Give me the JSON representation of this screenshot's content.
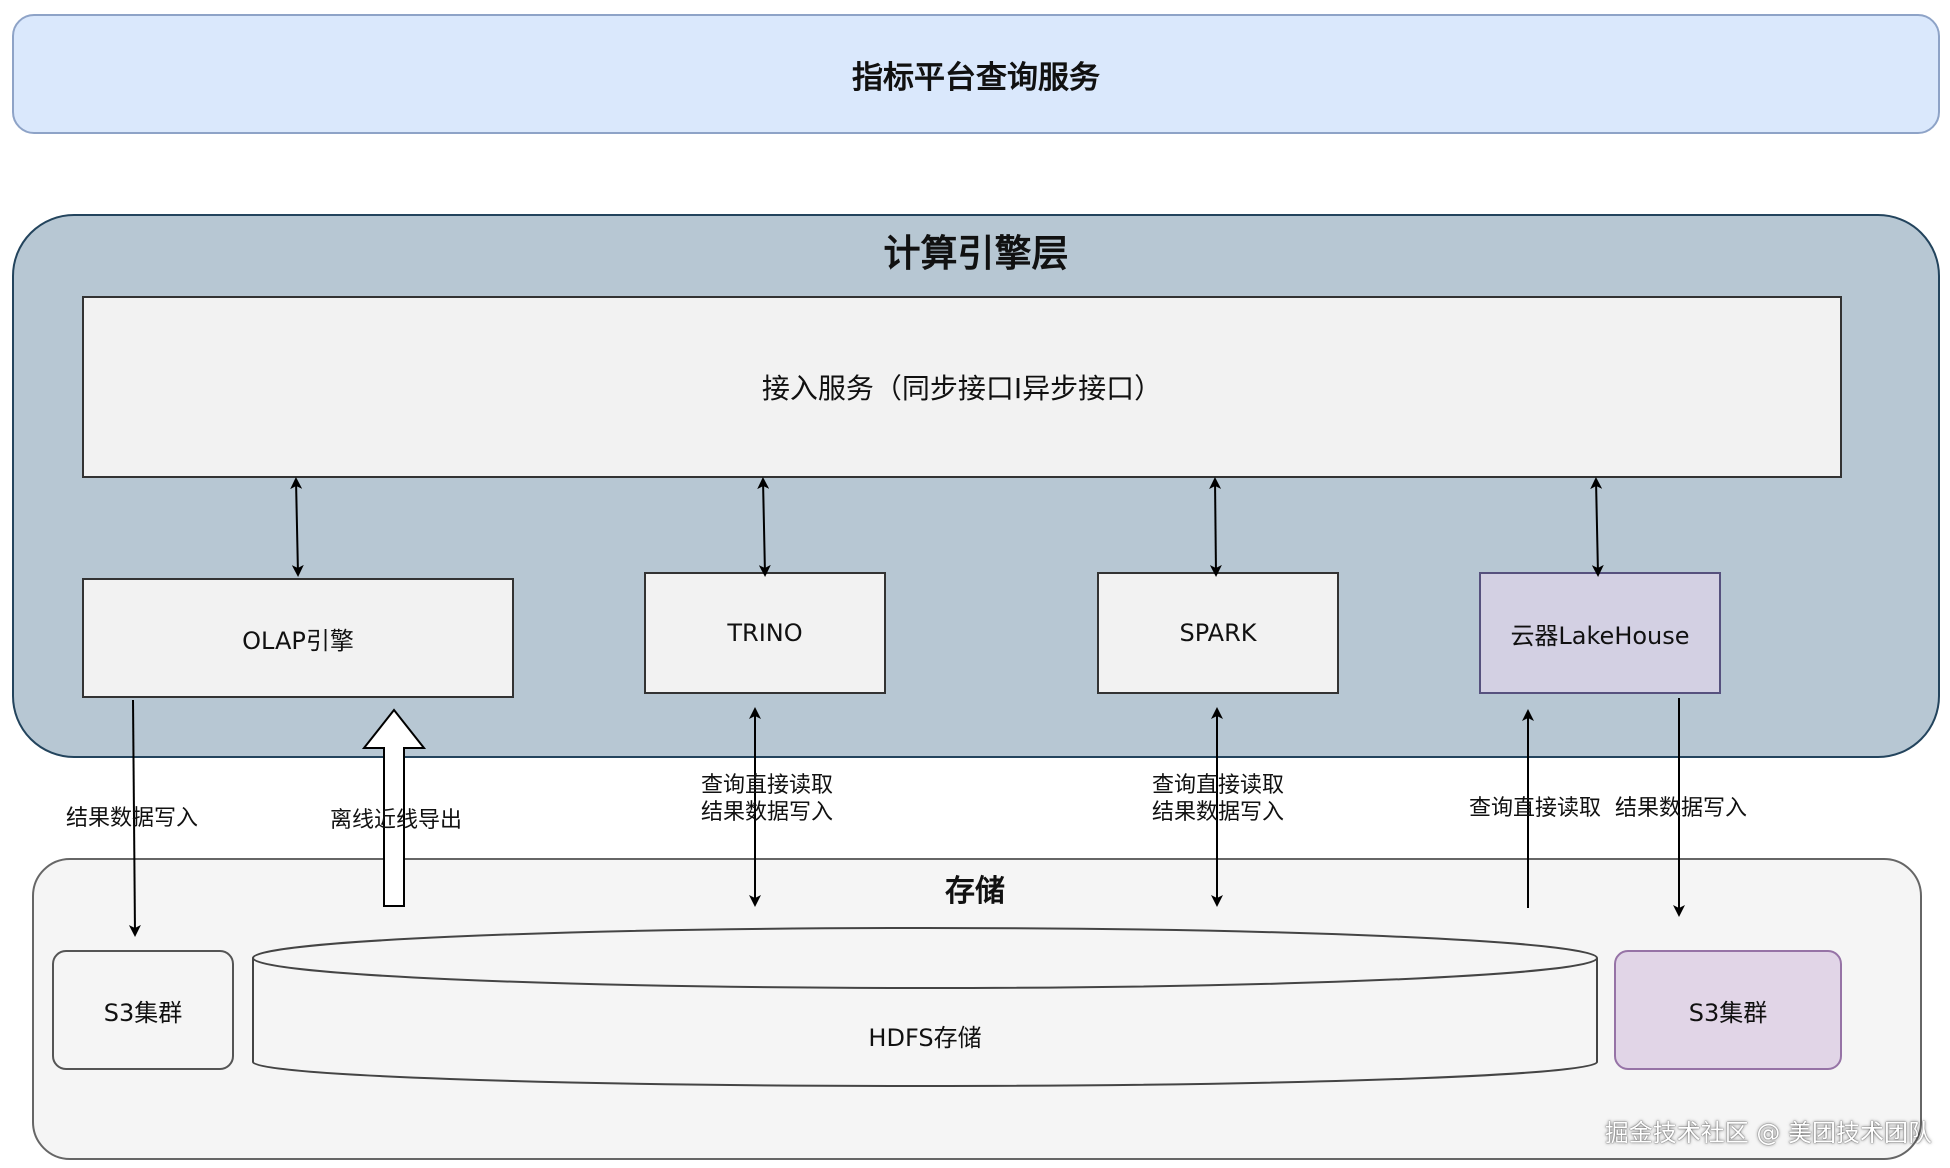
{
  "top_service": {
    "label": "指标平台查询服务"
  },
  "compute_layer": {
    "title": "计算引擎层",
    "access_service": "接入服务（同步接口I异步接口）",
    "engines": {
      "olap": "OLAP引擎",
      "trino": "TRINO",
      "spark": "SPARK",
      "lakehouse": "云器LakeHouse"
    }
  },
  "storage_layer": {
    "title": "存储",
    "s3_left": "S3集群",
    "hdfs": "HDFS存储",
    "s3_right": "S3集群"
  },
  "edge_labels": {
    "olap_write": "结果数据写入",
    "offline_export": "离线近线导出",
    "trino_line1": "查询直接读取",
    "trino_line2": "结果数据写入",
    "spark_line1": "查询直接读取",
    "spark_line2": "结果数据写入",
    "lake_read": "查询直接读取",
    "lake_write": "结果数据写入"
  },
  "watermark": "掘金技术社区 @ 美团技术团队",
  "colors": {
    "top_service_fill": "#dae8fc",
    "compute_layer_fill": "#b7c7d3",
    "box_fill": "#f2f2f2",
    "lakehouse_fill": "#d3d0e3",
    "storage_fill": "#f5f5f5",
    "s3_right_fill": "#e1d5e7"
  }
}
